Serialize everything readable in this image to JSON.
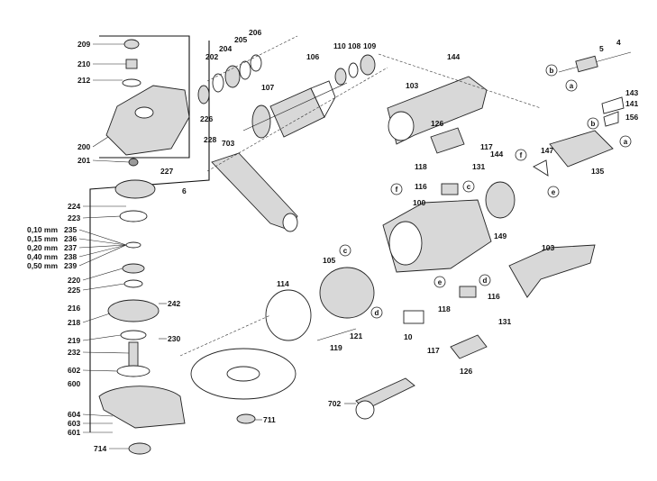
{
  "callouts": [
    "209",
    "210",
    "212",
    "200",
    "201",
    "206",
    "205",
    "204",
    "202",
    "226",
    "228",
    "110",
    "108",
    "109",
    "106",
    "107",
    "703",
    "144",
    "103",
    "126",
    "117",
    "5",
    "4",
    "143",
    "141",
    "156",
    "131",
    "118",
    "116",
    "147",
    "135",
    "100",
    "149",
    "224",
    "223",
    "0,10 mm",
    "235",
    "0,15 mm",
    "236",
    "0,20 mm",
    "237",
    "0,40 mm",
    "238",
    "0,50 mm",
    "239",
    "220",
    "225",
    "216",
    "242",
    "218",
    "219",
    "230",
    "232",
    "114",
    "105",
    "119",
    "121",
    "10",
    "602",
    "600",
    "604",
    "603",
    "601",
    "714",
    "711",
    "702",
    "227",
    "6"
  ],
  "letters": [
    "a",
    "b",
    "c",
    "d",
    "e",
    "f"
  ]
}
